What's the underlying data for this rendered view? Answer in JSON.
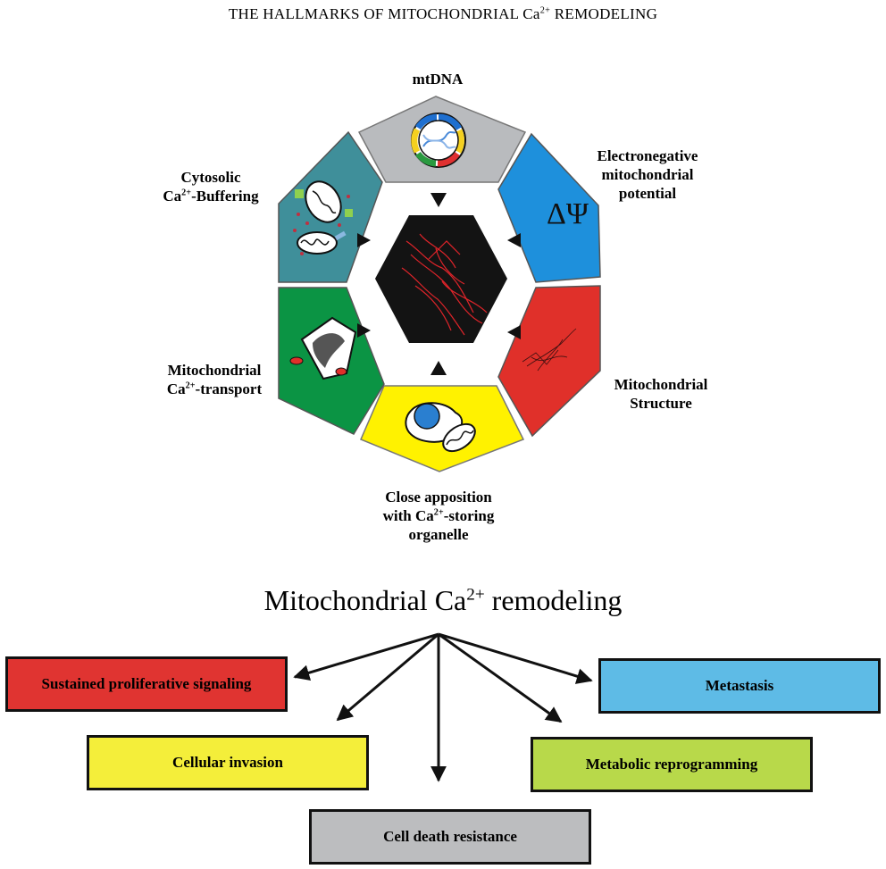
{
  "title": {
    "main": "THE HALLMARKS OF MITOCHONDRIAL Ca",
    "sup": "2+",
    "rest": " REMODELING"
  },
  "hallmarks": {
    "mtdna": "mtDNA",
    "electronegative": [
      "Electronegative",
      "mitochondrial",
      "potential"
    ],
    "delta_psi": "ΔΨ",
    "structure": [
      "Mitochondrial",
      "Structure"
    ],
    "apposition": {
      "line1": "Close apposition",
      "line2_pre": "with Ca",
      "line2_sup": "2+",
      "line2_post": "-storing",
      "line3": "organelle"
    },
    "transport": {
      "line1": "Mitochondrial",
      "line2_pre": "Ca",
      "line2_sup": "2+",
      "line2_post": "-transport"
    },
    "buffering": {
      "line1": "Cytosolic",
      "line2_pre": "Ca",
      "line2_sup": "2+",
      "line2_post": "-Buffering"
    }
  },
  "remodeling": {
    "pre": "Mitochondrial Ca",
    "sup": "2+",
    "post": " remodeling"
  },
  "outcomes": {
    "proliferative": "Sustained proliferative signaling",
    "metastasis": "Metastasis",
    "invasion": "Cellular invasion",
    "metabolic": "Metabolic reprogramming",
    "death": "Cell death resistance"
  },
  "colors": {
    "mtdna": "#b9bbbe",
    "electronegative": "#1e90dc",
    "structure": "#e0302a",
    "apposition": "#fff200",
    "transport": "#0b9444",
    "buffering": "#3f8f9a",
    "proliferative": "#e03431",
    "metastasis": "#5ebbe6",
    "invasion": "#f4ee3a",
    "metabolic": "#b8d94a",
    "death": "#bcbdbf"
  }
}
